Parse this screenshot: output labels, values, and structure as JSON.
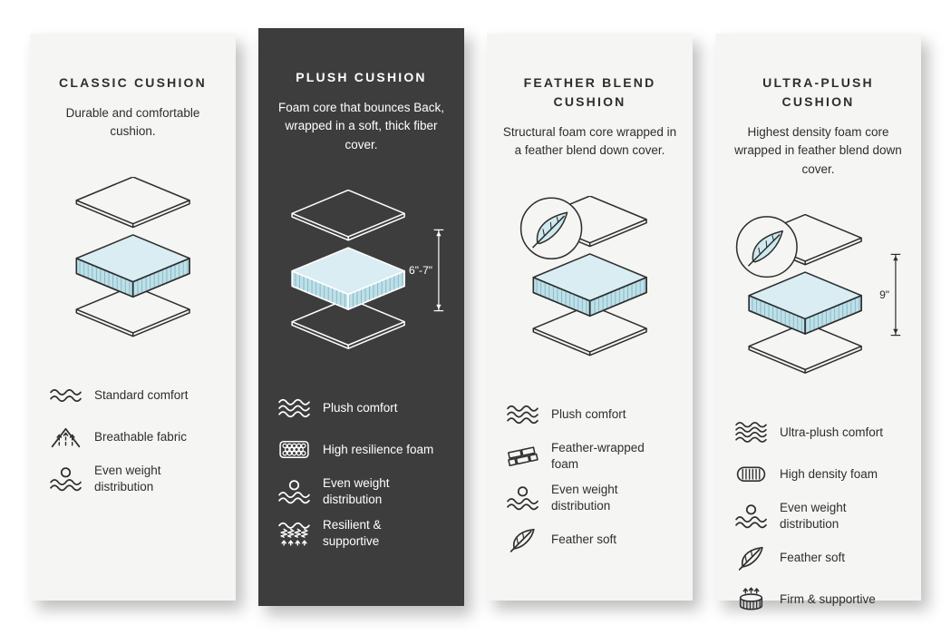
{
  "page": {
    "background": "#ffffff"
  },
  "colors": {
    "light_card_bg": "#f5f5f3",
    "dark_card_bg": "#3d3d3d",
    "foam_top_fill": "#d9edf3",
    "foam_side_fill": "#bfe0e9",
    "outline_light_cards": "#2e2e2e",
    "outline_dark_card": "#ffffff"
  },
  "cards": [
    {
      "id": "classic",
      "theme": "light",
      "title": "CLASSIC CUSHION",
      "description": "Durable and comfortable cushion.",
      "badge": null,
      "dimension_label": null,
      "features": [
        {
          "icon": "comfort-waves-icon",
          "label": "Standard comfort"
        },
        {
          "icon": "breathable-fabric-icon",
          "label": "Breathable fabric"
        },
        {
          "icon": "even-weight-icon",
          "label": "Even weight distribution"
        }
      ]
    },
    {
      "id": "plush",
      "theme": "dark",
      "title": "PLUSH CUSHION",
      "description": "Foam core that bounces Back, wrapped in a soft, thick fiber cover.",
      "badge": null,
      "dimension_label": "6\"-7\"",
      "features": [
        {
          "icon": "comfort-waves-icon",
          "label": "Plush comfort"
        },
        {
          "icon": "honeycomb-foam-icon",
          "label": "High resilience foam"
        },
        {
          "icon": "even-weight-icon",
          "label": "Even weight distribution"
        },
        {
          "icon": "springs-icon",
          "label": "Resilient & supportive"
        }
      ]
    },
    {
      "id": "feather-blend",
      "theme": "light",
      "title": "FEATHER BLEND CUSHION",
      "description": "Structural foam core wrapped in a feather blend down cover.",
      "badge": "feather-circle",
      "dimension_label": null,
      "features": [
        {
          "icon": "comfort-waves-icon",
          "label": "Plush comfort"
        },
        {
          "icon": "bricks-icon",
          "label": "Feather-wrapped foam"
        },
        {
          "icon": "even-weight-icon",
          "label": "Even weight distribution"
        },
        {
          "icon": "feather-icon",
          "label": "Feather soft"
        }
      ]
    },
    {
      "id": "ultra-plush",
      "theme": "light",
      "title": "ULTRA-PLUSH CUSHION",
      "description": "Highest density foam core wrapped in feather blend down cover.",
      "badge": "feather-circle",
      "dimension_label": "9\"",
      "features": [
        {
          "icon": "comfort-waves-icon",
          "label": "Ultra-plush comfort"
        },
        {
          "icon": "striped-foam-icon",
          "label": "High density foam"
        },
        {
          "icon": "even-weight-icon",
          "label": "Even weight distribution"
        },
        {
          "icon": "feather-icon",
          "label": "Feather soft"
        },
        {
          "icon": "coil-support-icon",
          "label": "Firm & supportive"
        }
      ]
    }
  ]
}
